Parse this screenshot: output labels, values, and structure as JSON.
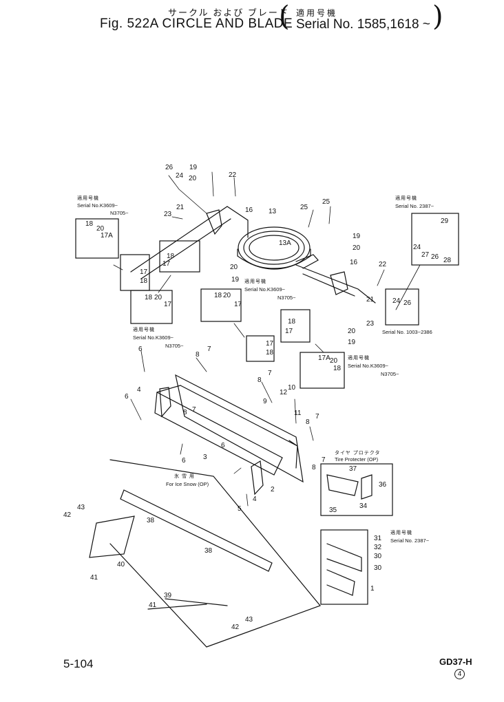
{
  "header": {
    "title_jp": "サークル および ブレード",
    "title_en": "Fig. 522A CIRCLE AND BLADE",
    "paren_open": "(",
    "paren_close": ")",
    "serial_jp": "適用号機",
    "serial_en": "Serial No. 1585,1618 ~"
  },
  "footer": {
    "page_number": "5-104",
    "model_code": "GD37-H",
    "revision": "4"
  },
  "captions": {
    "c1_jp": "適用号機",
    "c1_serial": "Serial No.K3609~",
    "c1_suffix": "N3705~",
    "c2_jp": "適用号機",
    "c2_serial": "Serial No. 2387~",
    "c3_jp": "適用号機",
    "c3_serial": "Serial No.K3609~",
    "c3_suffix": "N3705~",
    "c4_serial": "Serial No. 1003~2386",
    "c5_jp": "適用号機",
    "c5_serial": "Serial No.K3609~",
    "c5_suffix": "N3705~",
    "c6_jp": "適用号機",
    "c6_serial": "Serial No.K3609~",
    "c6_suffix": "N3705~",
    "tire_jp": "タイヤ プロテクタ",
    "tire_en": "Tire Protecter (OP)",
    "ice_jp": "氷 雪 用",
    "ice_en": "For Ice Snow (OP)",
    "c7_jp": "適用号機",
    "c7_serial": "Serial No. 2387~"
  },
  "part_labels": [
    {
      "id": "p26a",
      "t": "26"
    },
    {
      "id": "p24a",
      "t": "24"
    },
    {
      "id": "p19a",
      "t": "19"
    },
    {
      "id": "p20a",
      "t": "20"
    },
    {
      "id": "p22a",
      "t": "22"
    },
    {
      "id": "p16a",
      "t": "16"
    },
    {
      "id": "p13",
      "t": "13"
    },
    {
      "id": "p21a",
      "t": "21"
    },
    {
      "id": "p23a",
      "t": "23"
    },
    {
      "id": "p25a",
      "t": "25"
    },
    {
      "id": "p25b",
      "t": "25"
    },
    {
      "id": "p13A",
      "t": "13A"
    },
    {
      "id": "p19b",
      "t": "19"
    },
    {
      "id": "p20b",
      "t": "20"
    },
    {
      "id": "p16b",
      "t": "16"
    },
    {
      "id": "p22b",
      "t": "22"
    },
    {
      "id": "p20c",
      "t": "20"
    },
    {
      "id": "p19c",
      "t": "19"
    },
    {
      "id": "p21b",
      "t": "21"
    },
    {
      "id": "p23b",
      "t": "23"
    },
    {
      "id": "p20d",
      "t": "20"
    },
    {
      "id": "p19d",
      "t": "19"
    },
    {
      "id": "b1_18",
      "t": "18"
    },
    {
      "id": "b1_20",
      "t": "20"
    },
    {
      "id": "b1_17A",
      "t": "17A"
    },
    {
      "id": "b2_17",
      "t": "17"
    },
    {
      "id": "b2_18",
      "t": "18"
    },
    {
      "id": "b3_18",
      "t": "18"
    },
    {
      "id": "b3_17",
      "t": "17"
    },
    {
      "id": "b4_18",
      "t": "18"
    },
    {
      "id": "b4_20",
      "t": "20"
    },
    {
      "id": "b4_17",
      "t": "17"
    },
    {
      "id": "b5_18",
      "t": "18"
    },
    {
      "id": "b5_20",
      "t": "20"
    },
    {
      "id": "b5_17",
      "t": "17"
    },
    {
      "id": "b6_18",
      "t": "18"
    },
    {
      "id": "b6_17",
      "t": "17"
    },
    {
      "id": "b7_17",
      "t": "17"
    },
    {
      "id": "b7_18",
      "t": "18"
    },
    {
      "id": "b8_17A",
      "t": "17A"
    },
    {
      "id": "b8_20",
      "t": "20"
    },
    {
      "id": "b8_18",
      "t": "18"
    },
    {
      "id": "b9_29",
      "t": "29"
    },
    {
      "id": "b9_24",
      "t": "24"
    },
    {
      "id": "b9_27",
      "t": "27"
    },
    {
      "id": "b9_26",
      "t": "26"
    },
    {
      "id": "b9_28",
      "t": "28"
    },
    {
      "id": "b10_24",
      "t": "24"
    },
    {
      "id": "b10_26",
      "t": "26"
    },
    {
      "id": "q6a",
      "t": "6"
    },
    {
      "id": "q8a",
      "t": "8"
    },
    {
      "id": "q7a",
      "t": "7"
    },
    {
      "id": "q6b",
      "t": "6"
    },
    {
      "id": "q4a",
      "t": "4"
    },
    {
      "id": "q8b",
      "t": "8"
    },
    {
      "id": "q7b",
      "t": "7"
    },
    {
      "id": "q8c",
      "t": "8"
    },
    {
      "id": "q7c",
      "t": "7"
    },
    {
      "id": "q9",
      "t": "9"
    },
    {
      "id": "q10",
      "t": "10"
    },
    {
      "id": "q12",
      "t": "12"
    },
    {
      "id": "q11",
      "t": "11"
    },
    {
      "id": "q8d",
      "t": "8"
    },
    {
      "id": "q7d",
      "t": "7"
    },
    {
      "id": "q6c",
      "t": "6"
    },
    {
      "id": "q3",
      "t": "3"
    },
    {
      "id": "q7e",
      "t": "7"
    },
    {
      "id": "q8e",
      "t": "8"
    },
    {
      "id": "q6d",
      "t": "6"
    },
    {
      "id": "q4b",
      "t": "4"
    },
    {
      "id": "q2",
      "t": "2"
    },
    {
      "id": "q5",
      "t": "5"
    },
    {
      "id": "t37",
      "t": "37"
    },
    {
      "id": "t36",
      "t": "36"
    },
    {
      "id": "t34",
      "t": "34"
    },
    {
      "id": "t35",
      "t": "35"
    },
    {
      "id": "s31",
      "t": "31"
    },
    {
      "id": "s32",
      "t": "32"
    },
    {
      "id": "s30a",
      "t": "30"
    },
    {
      "id": "s30b",
      "t": "30"
    },
    {
      "id": "s1",
      "t": "1"
    },
    {
      "id": "i43a",
      "t": "43"
    },
    {
      "id": "i42a",
      "t": "42"
    },
    {
      "id": "i38a",
      "t": "38"
    },
    {
      "id": "i38b",
      "t": "38"
    },
    {
      "id": "i40",
      "t": "40"
    },
    {
      "id": "i41a",
      "t": "41"
    },
    {
      "id": "i39",
      "t": "39"
    },
    {
      "id": "i41b",
      "t": "41"
    },
    {
      "id": "i42b",
      "t": "42"
    },
    {
      "id": "i43b",
      "t": "43"
    }
  ]
}
